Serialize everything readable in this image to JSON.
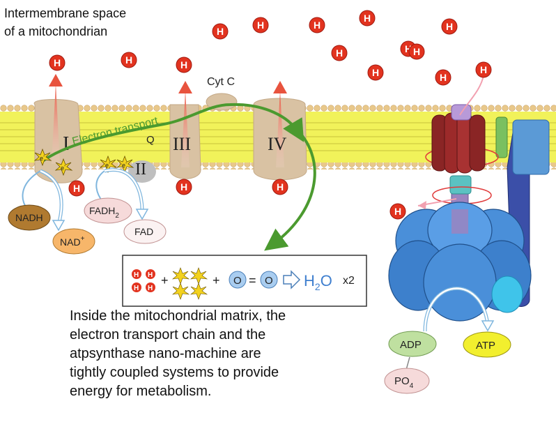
{
  "labels": {
    "intermembrane_line1": "Intermembrane space",
    "intermembrane_line2": "of a mitochondrian",
    "cyt_c": "Cyt C",
    "electron_transport": "Electron transport",
    "q": "Q",
    "complex_1": "I",
    "complex_2": "II",
    "complex_3": "III",
    "complex_4": "IV",
    "proton": "H",
    "electron": "e",
    "electron_sup": "-",
    "nadh": "NADH",
    "nad": "NAD",
    "nad_sup": "+",
    "fadh": "FADH",
    "fadh_sub": "2",
    "fad": "FAD",
    "adp": "ADP",
    "po": "PO",
    "po_sub": "4",
    "atp": "ATP"
  },
  "equation": {
    "plus1": "+",
    "plus2": "+",
    "oxygen_atom": "O",
    "bond": "=",
    "water": "H",
    "water_sub": "2",
    "water_o": "O",
    "multiplier": "x2"
  },
  "caption": {
    "line1": "Inside the mitochondrial matrix, the",
    "line2": "electron transport chain and the",
    "line3": "atpsynthase nano-machine are",
    "line4": "tightly coupled systems to provide",
    "line5": "energy for metabolism."
  },
  "colors": {
    "proton_fill": "#e2331f",
    "membrane_head": "#e9c88a",
    "membrane_core": "#f1f25a",
    "complex_fill": "#d9c2a3",
    "arrow_green": "#4b9a2f",
    "synthase_blue": "#4a8fd9",
    "rotor_red": "#9c2a2a",
    "nadh_fill": "#b07a30",
    "nad_fill": "#f7b66a",
    "fadh_fill": "#f6dada",
    "adp_fill": "#bfe0a0",
    "atp_fill": "#f2ef2e"
  },
  "icons": {
    "proton": "proton-h-icon",
    "electron": "electron-starburst-icon",
    "arrow": "transport-arrow-icon"
  }
}
